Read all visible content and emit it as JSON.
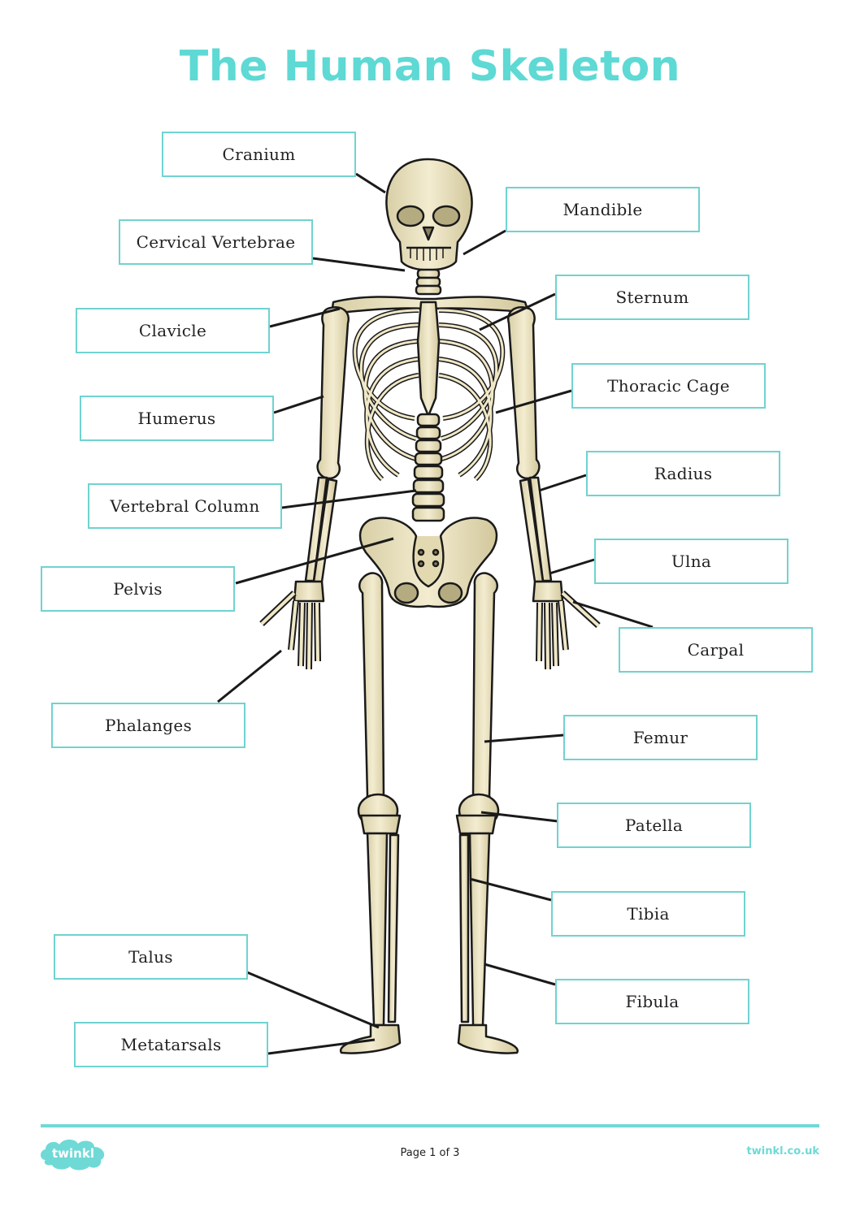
{
  "title": "The Human Skeleton",
  "labels": {
    "cranium": "Cranium",
    "mandible": "Mandible",
    "cervical_vertebrae": "Cervical Vertebrae",
    "sternum": "Sternum",
    "clavicle": "Clavicle",
    "thoracic_cage": "Thoracic Cage",
    "humerus": "Humerus",
    "radius": "Radius",
    "vertebral_column": "Vertebral Column",
    "ulna": "Ulna",
    "pelvis": "Pelvis",
    "carpal": "Carpal",
    "phalanges": "Phalanges",
    "femur": "Femur",
    "patella": "Patella",
    "tibia": "Tibia",
    "talus": "Talus",
    "fibula": "Fibula",
    "metatarsals": "Metatarsals"
  },
  "footer": {
    "logo_text": "twinkl",
    "page": "Page 1 of 3",
    "site": "twinkl.co.uk"
  },
  "colors": {
    "accent": "#5ed9d4",
    "bone": "#ede5c4",
    "bone_shade": "#c9bd92",
    "outline": "#1a1a1a"
  }
}
